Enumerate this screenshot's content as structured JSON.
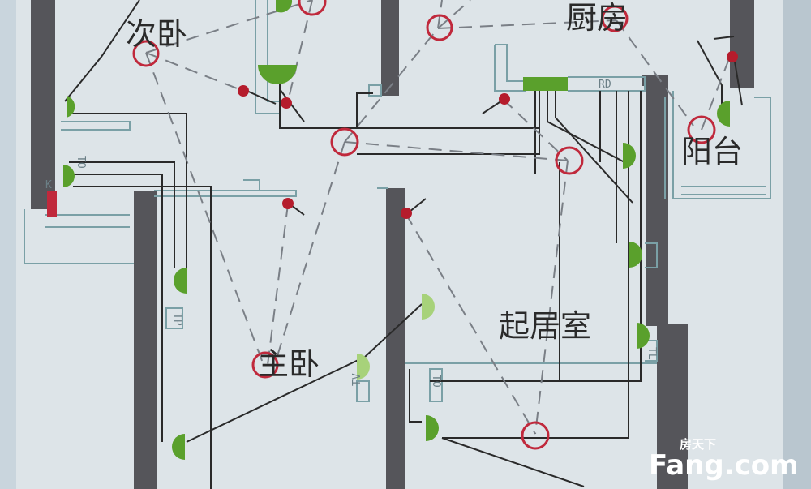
{
  "rooms": {
    "secondary_bedroom": "次卧",
    "kitchen": "厨房",
    "balcony": "阳台",
    "master_bedroom": "主卧",
    "living_room": "起居室"
  },
  "tags": {
    "rd": "RD",
    "to_left": "TO",
    "tp": "TP",
    "to_living": "TO",
    "tv": "TV",
    "tl": "TL",
    "k": "K"
  },
  "watermark": {
    "brand_small": "房天下",
    "brand_big": "Fang.com"
  },
  "colors": {
    "wall": "#55555a",
    "wire_dashed": "#7a7f86",
    "wire_solid": "#2a2a2a",
    "light_ring": "#c0293c",
    "switch_dot": "#b51c2c",
    "socket_green": "#5aa02c",
    "socket_light": "#a7d27a",
    "duct_line": "#7aa0a6"
  }
}
